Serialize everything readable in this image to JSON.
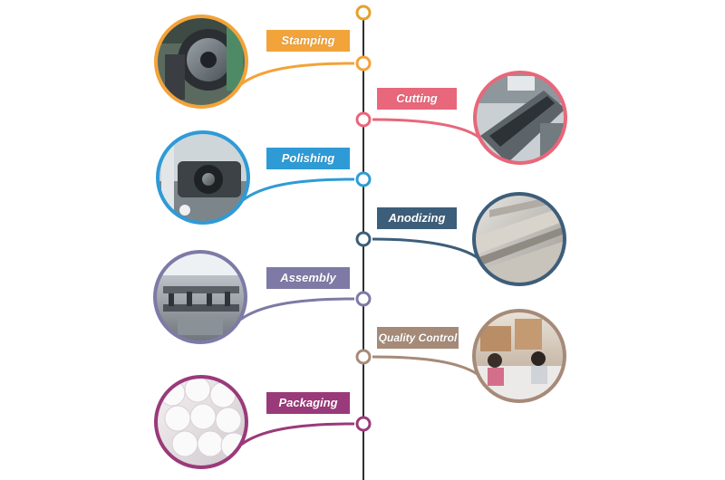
{
  "steps": [
    {
      "label": "Stamping",
      "color": "#f2a33a",
      "photo": "stamping-press-photo"
    },
    {
      "label": "Cutting",
      "color": "#e8677a",
      "photo": "cutting-machine-photo"
    },
    {
      "label": "Polishing",
      "color": "#2e9bd6",
      "photo": "polishing-machine-photo"
    },
    {
      "label": "Anodizing",
      "color": "#3d5e7a",
      "photo": "anodizing-line-photo"
    },
    {
      "label": "Assembly",
      "color": "#7d7aa6",
      "photo": "assembly-workshop-photo"
    },
    {
      "label": "Quality Control",
      "color": "#a68a78",
      "photo": "quality-control-photo"
    },
    {
      "label": "Packaging",
      "color": "#9a3a7a",
      "photo": "packaging-lids-photo"
    }
  ],
  "timeline": {
    "color": "#2f2f2f",
    "top_node_color": "#e6a02a"
  }
}
